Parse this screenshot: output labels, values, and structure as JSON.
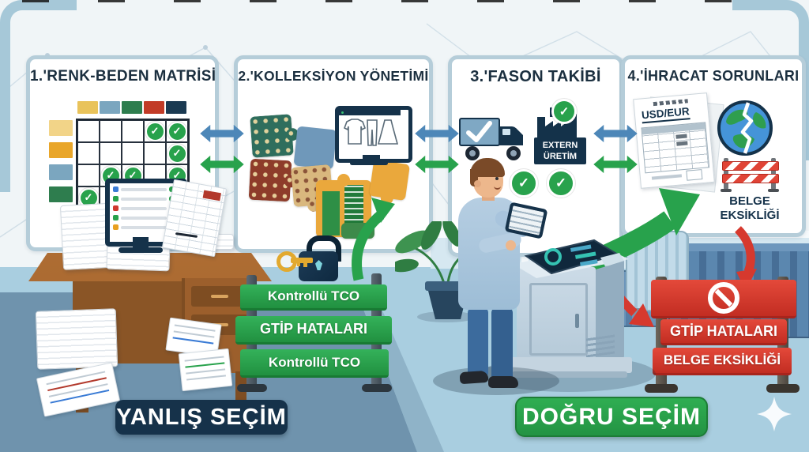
{
  "meta": {
    "language": "tr",
    "style": "flat-illustration-infographic"
  },
  "colors": {
    "panel_border": "#b5cdd9",
    "panel_bg": "#ffffff",
    "title_text": "#1b2f3f",
    "check_green": "#28a24c",
    "arrow_blue": "#4d87b8",
    "arrow_green": "#28a24c",
    "sign_green_top": "#34b25a",
    "sign_green_bottom": "#219040",
    "sign_red": "#d6392e",
    "navy": "#15324a",
    "desk_brown": "#a9682f",
    "floor_left": "#6f93ad",
    "floor_right": "#a9cee0",
    "key_yellow": "#e2a92f",
    "wall": "#f0f5f7"
  },
  "panels": [
    {
      "id": "renk-beden-matrisi",
      "title": "1.'RENK-BEDEN MATRİSİ"
    },
    {
      "id": "kolleksiyon-yonetimi",
      "title": "2.'KOLLEKSİYON YÖNETİMİ"
    },
    {
      "id": "fason-takibi",
      "title": "3.'FASON TAKİBİ",
      "factory_lines": [
        "EXTERN",
        "ÜRETİM"
      ]
    },
    {
      "id": "ihracat-sorunlari",
      "title": "4.'İHRACAT SORUNLARI",
      "invoice_label": "USD/EUR",
      "barrier_lines": [
        "BELGE",
        "EKSİKLİĞİ"
      ]
    }
  ],
  "matrix": {
    "cols": 5,
    "rows": 4,
    "header_colors": [
      "#e9c35b",
      "#7ba6bf",
      "#2e7d4e",
      "#c23b27",
      "#1b3a52"
    ],
    "row_colors": [
      "#f2d488",
      "#e9a62a",
      "#7ba6bf",
      "#2e7d4e"
    ],
    "checks": [
      [
        0,
        3
      ],
      [
        0,
        4
      ],
      [
        1,
        4
      ],
      [
        2,
        1
      ],
      [
        2,
        2
      ],
      [
        2,
        4
      ],
      [
        3,
        0
      ]
    ]
  },
  "green_sign": {
    "lines": [
      "Kontrollü TCO",
      "GTİP HATALARI",
      "Kontrollü TCO"
    ]
  },
  "red_sign": {
    "symbol": "no-entry",
    "lines": [
      "GTİP HATALARI",
      "BELGE EKSİKLİĞİ"
    ]
  },
  "choices": {
    "wrong": "YANLIŞ SEÇİM",
    "right": "DOĞRU SEÇİM"
  }
}
